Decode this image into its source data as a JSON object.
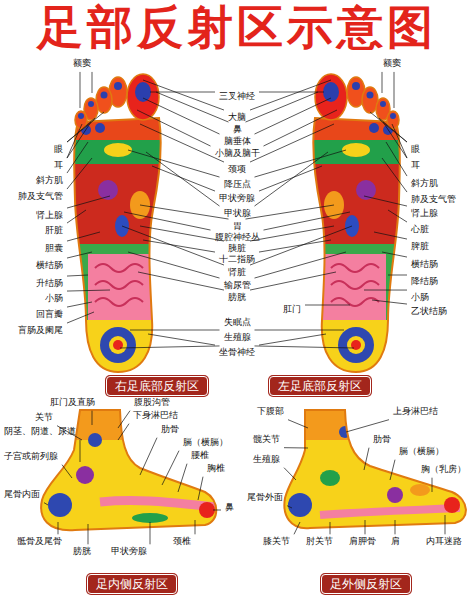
{
  "diagram": {
    "title": "足部反射区示意图",
    "nodes": [
      {
        "text": [
          "右足底部反射区"
        ]
      },
      {
        "text": [
          "左足底部反射区"
        ]
      },
      {
        "text": [
          "足内侧反射区"
        ]
      },
      {
        "text": [
          "足外侧反射区"
        ]
      }
    ],
    "labels": [
      "额窦",
      "三叉神经",
      "额窦",
      "大脑",
      "鼻",
      "脑垂体",
      "小脑及脑干",
      "眼",
      "眼",
      "耳",
      "耳",
      "颈项",
      "斜方肌",
      "斜方肌",
      "降压点",
      "肺及支气管",
      "肺及支气管",
      "甲状旁腺",
      "甲状腺",
      "肾上腺",
      "肾上腺",
      "胃",
      "肝脏",
      "心脏",
      "腹腔神经丛",
      "胆囊",
      "胰脏",
      "脾脏",
      "十二指肠",
      "横结肠",
      "横结肠",
      "肾脏",
      "降结肠",
      "升结肠",
      "输尿管",
      "膀胱",
      "小肠",
      "小肠",
      "肛门",
      "乙状结肠",
      "回盲瓣",
      "失眠点",
      "盲肠及阑尾",
      "生殖腺",
      "坐骨神经",
      "肛门及直肠",
      "腹股沟管",
      "关节",
      "下身淋巴结",
      "肋骨",
      "膈（横膈）",
      "阴茎、阴道、尿道",
      "腰椎",
      "胸椎",
      "子宫或前列腺",
      "尾骨内面",
      "鼻",
      "骶骨及尾骨",
      "膀胱",
      "甲状旁腺",
      "颈椎",
      "下腹部",
      "上身淋巴结",
      "髋关节",
      "肋骨",
      "生殖腺",
      "膈（横膈）",
      "胸（乳房）",
      "尾骨外面",
      "膝关节",
      "肘关节",
      "肩胛骨",
      "肩",
      "内耳迷路"
    ]
  }
}
